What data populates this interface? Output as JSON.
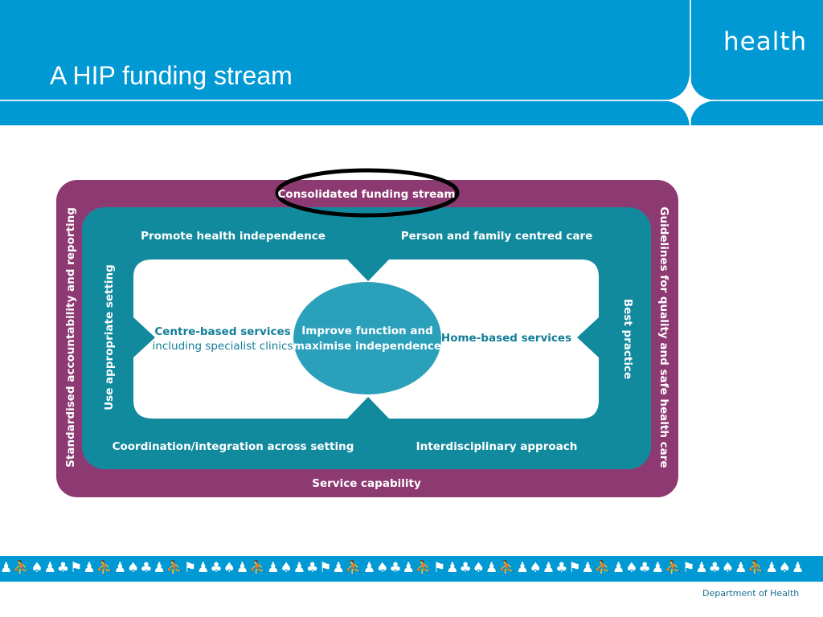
{
  "slide": {
    "title": "A HIP funding stream",
    "brand": "health",
    "footer": "Department of Health",
    "footer_pattern": "♟⛹♠♟♣⚑♟⛹♟♠♣♟⛹⚑♟♣♠♟⛹♟♠♟♣⚑♟⛹♟♠♣♟⛹⚑♟♣♠♟⛹♟♠♟♣⚑♟⛹♟♠♣♟⛹⚑♟♣♠♟⛹♟♠♟"
  },
  "diagram": {
    "outer_top": "Consolidated funding stream",
    "outer_bottom": "Service capability",
    "outer_left": "Standardised accountability and reporting",
    "outer_right": "Guidelines for quality and safe health care",
    "mid_top_left": "Promote health independence",
    "mid_top_right": "Person and family centred care",
    "mid_bottom_left": "Coordination/integration across setting",
    "mid_bottom_right": "Interdisciplinary approach",
    "mid_left": "Use appropriate setting",
    "mid_right": "Best practice",
    "inner_left_title": "Centre-based services",
    "inner_left_sub": "including specialist clinics",
    "inner_right": "Home-based services",
    "center_line1": "Improve function and",
    "center_line2": "maximise independence"
  },
  "colors": {
    "header_blue": "#0099d4",
    "outer_purple": "#8e3a72",
    "mid_teal": "#128a9e",
    "center_teal": "#2aa0bb",
    "inner_text": "#127e98"
  }
}
